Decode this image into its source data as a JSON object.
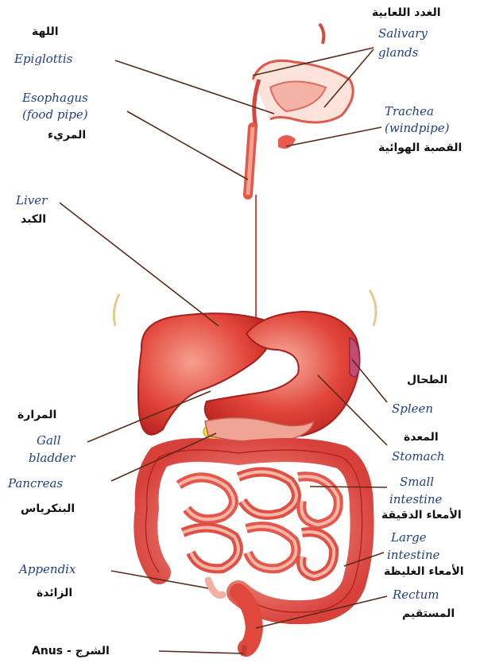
{
  "labels": {
    "epiglottis": {
      "ar": "اللهة",
      "en": "Epiglottis"
    },
    "salivary": {
      "ar": "الغدد اللعابية",
      "en1": "Salivary",
      "en2": "glands"
    },
    "esophagus": {
      "en1": "Esophagus",
      "en2": "(food pipe)",
      "ar": "المريء"
    },
    "trachea": {
      "en1": "Trachea",
      "en2": "(windpipe)",
      "ar": "القصبة الهوائية"
    },
    "liver": {
      "en": "Liver",
      "ar": "الكبد"
    },
    "spleen": {
      "ar": "الطحال",
      "en": "Spleen"
    },
    "gall_bladder": {
      "ar": "المرارة",
      "en1": "Gall",
      "en2": "bladder"
    },
    "stomach": {
      "ar": "المعدة",
      "en": "Stomach"
    },
    "pancreas": {
      "en": "Pancreas",
      "ar": "البنكرياس"
    },
    "small_intestine": {
      "en1": "Small",
      "en2": "intestine",
      "ar": "الأمعاء الدقيقة"
    },
    "large_intestine": {
      "en1": "Large",
      "en2": "intestine",
      "ar": "الأمعاء الغليظة"
    },
    "appendix": {
      "en": "Appendix",
      "ar": "الزائدة"
    },
    "rectum": {
      "en": "Rectum",
      "ar": "المستقيم"
    },
    "anus": {
      "en": "Anus",
      "sep": " - ",
      "ar": "الشرج"
    }
  },
  "colors": {
    "label_text": "#1f3f86",
    "leader_line": "#5a2a1a",
    "organ_red": "#d9312b",
    "organ_light": "#f29a8c",
    "gall_yellow": "#f2e24a"
  }
}
